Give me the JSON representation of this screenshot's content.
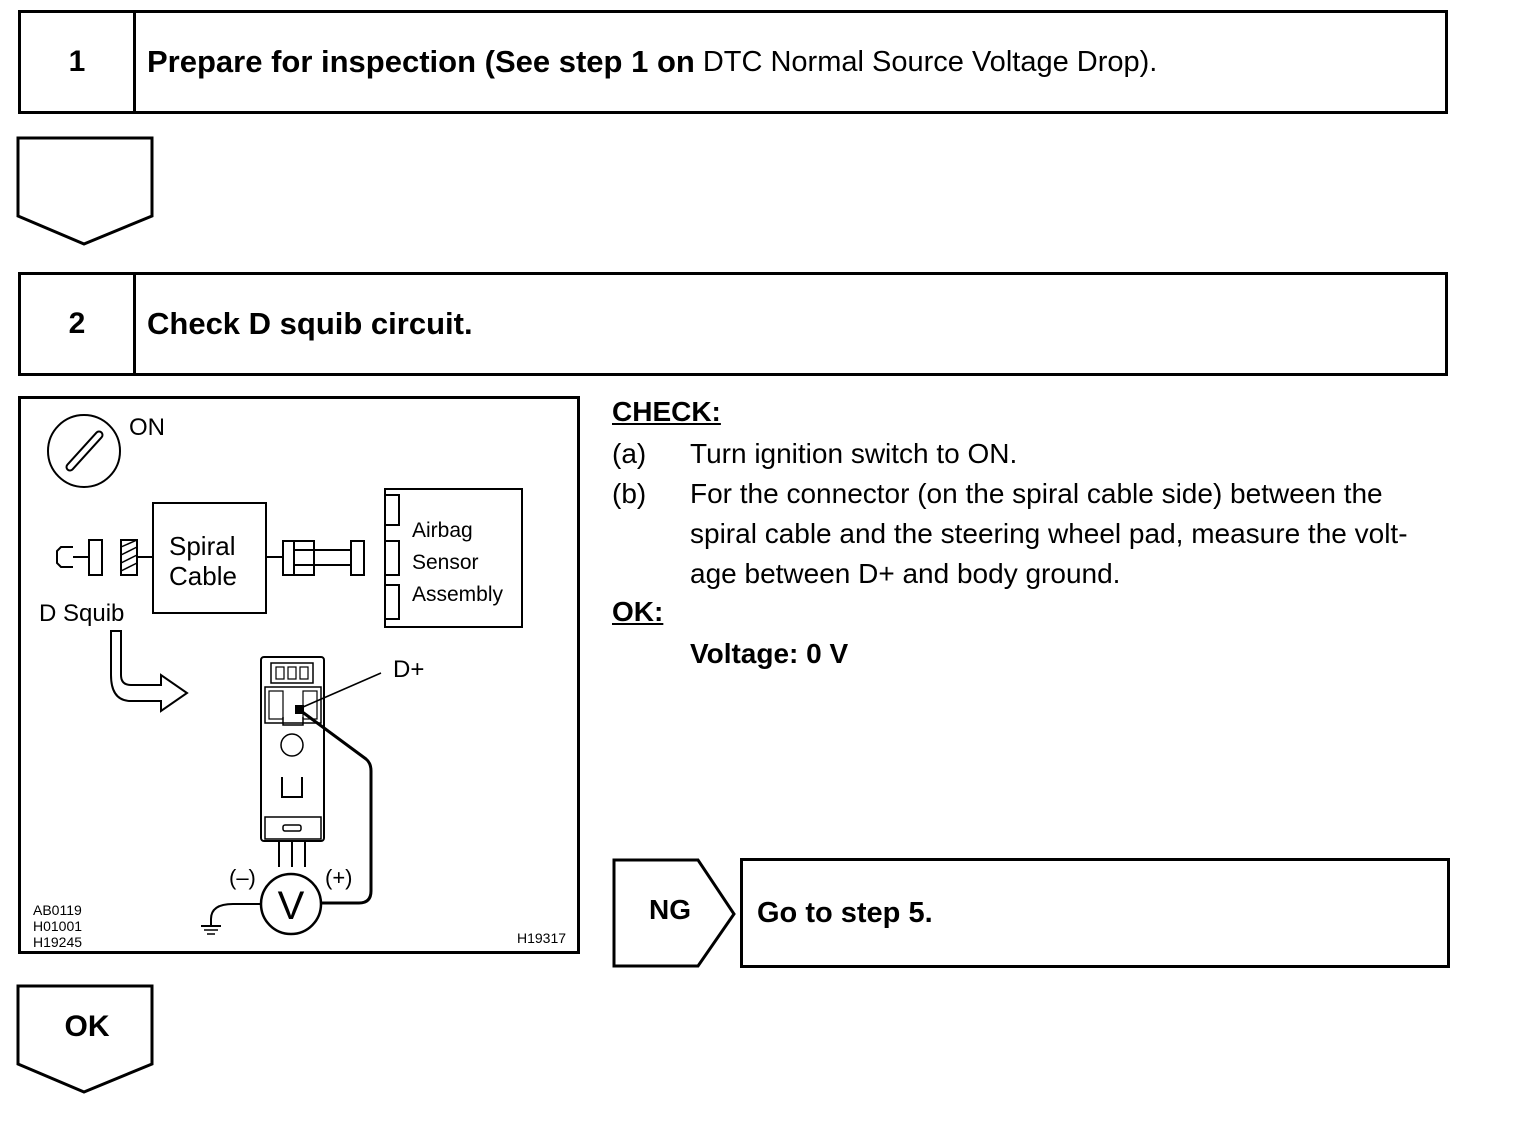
{
  "step1": {
    "number": "1",
    "title_bold": "Prepare for inspection (See step 1 on",
    "title_plain": "DTC Normal Source Voltage Drop)."
  },
  "step2": {
    "number": "2",
    "title": "Check D squib circuit."
  },
  "figure": {
    "switch_label": "ON",
    "spiral_cable_line1": "Spiral",
    "spiral_cable_line2": "Cable",
    "airbag_line1": "Airbag",
    "airbag_line2": "Sensor",
    "airbag_line3": "Assembly",
    "d_squib": "D Squib",
    "d_plus": "D+",
    "minus": "(–)",
    "plus": "(+)",
    "voltmeter": "V",
    "code_left_1": "AB0119",
    "code_left_2": "H01001",
    "code_left_3": "H19245",
    "code_right": "H19317"
  },
  "check": {
    "heading": "CHECK:",
    "items": [
      {
        "label": "(a)",
        "lines": [
          "Turn ignition switch to ON."
        ]
      },
      {
        "label": "(b)",
        "lines": [
          "For the connector (on the spiral cable side) between the",
          "spiral cable and the steering wheel pad, measure the volt-",
          "age between D+ and body ground."
        ]
      }
    ],
    "ok_heading": "OK:",
    "ok_value": "Voltage: 0 V"
  },
  "ng": {
    "tag": "NG",
    "action": "Go to step 5."
  },
  "ok_arrow": "OK"
}
